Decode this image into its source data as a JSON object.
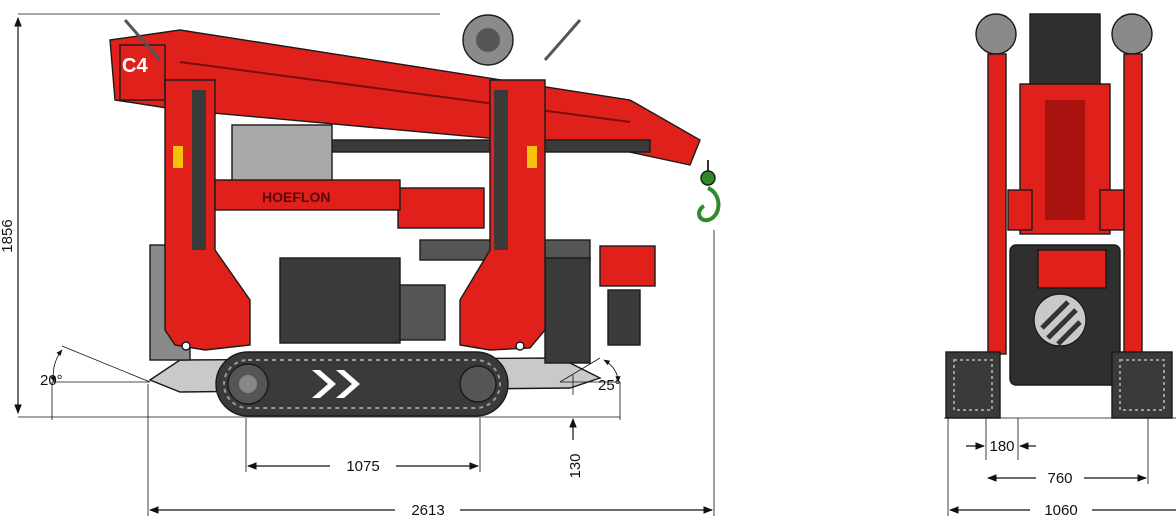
{
  "brand_label": "HOEFLON",
  "model_label": "C4",
  "colors": {
    "frame_red": "#e0201b",
    "frame_dark_red": "#a8120f",
    "dark_gray": "#3a3a3a",
    "mid_gray": "#8a8a8a",
    "light_gray": "#c9c9c9",
    "hook_green": "#2f8a2a",
    "warning_yellow": "#f4c20d"
  },
  "dimensions": {
    "height": "1856",
    "angle_rear": "20°",
    "angle_front": "25°",
    "track_length": "1075",
    "ground_clearance": "130",
    "overall_length": "2613",
    "track_width": "180",
    "track_gauge": "760",
    "overall_width": "1060"
  }
}
